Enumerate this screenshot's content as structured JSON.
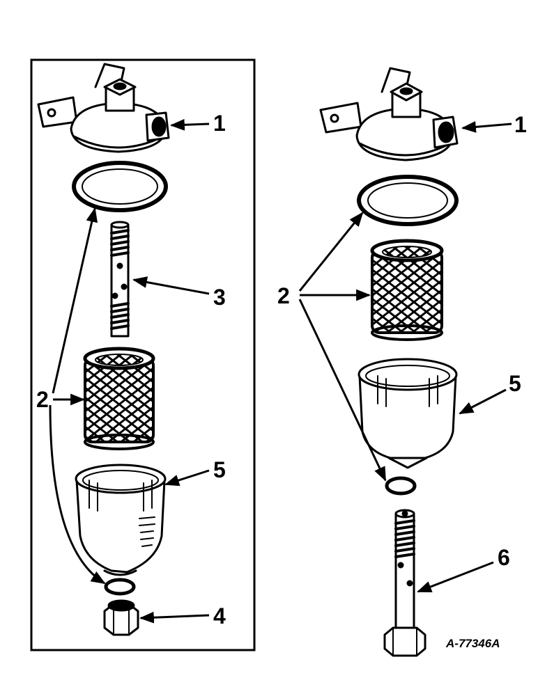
{
  "figure_reference": "A-77346A",
  "callouts": {
    "left": {
      "bowl_head": "1",
      "element_parts": "2",
      "center_tube": "3",
      "nut": "4",
      "bowl": "5"
    },
    "right": {
      "bowl_head": "1",
      "element_parts": "2",
      "bowl": "5",
      "center_bolt": "6"
    }
  },
  "colors": {
    "ink": "#000000",
    "paper": "#ffffff"
  }
}
